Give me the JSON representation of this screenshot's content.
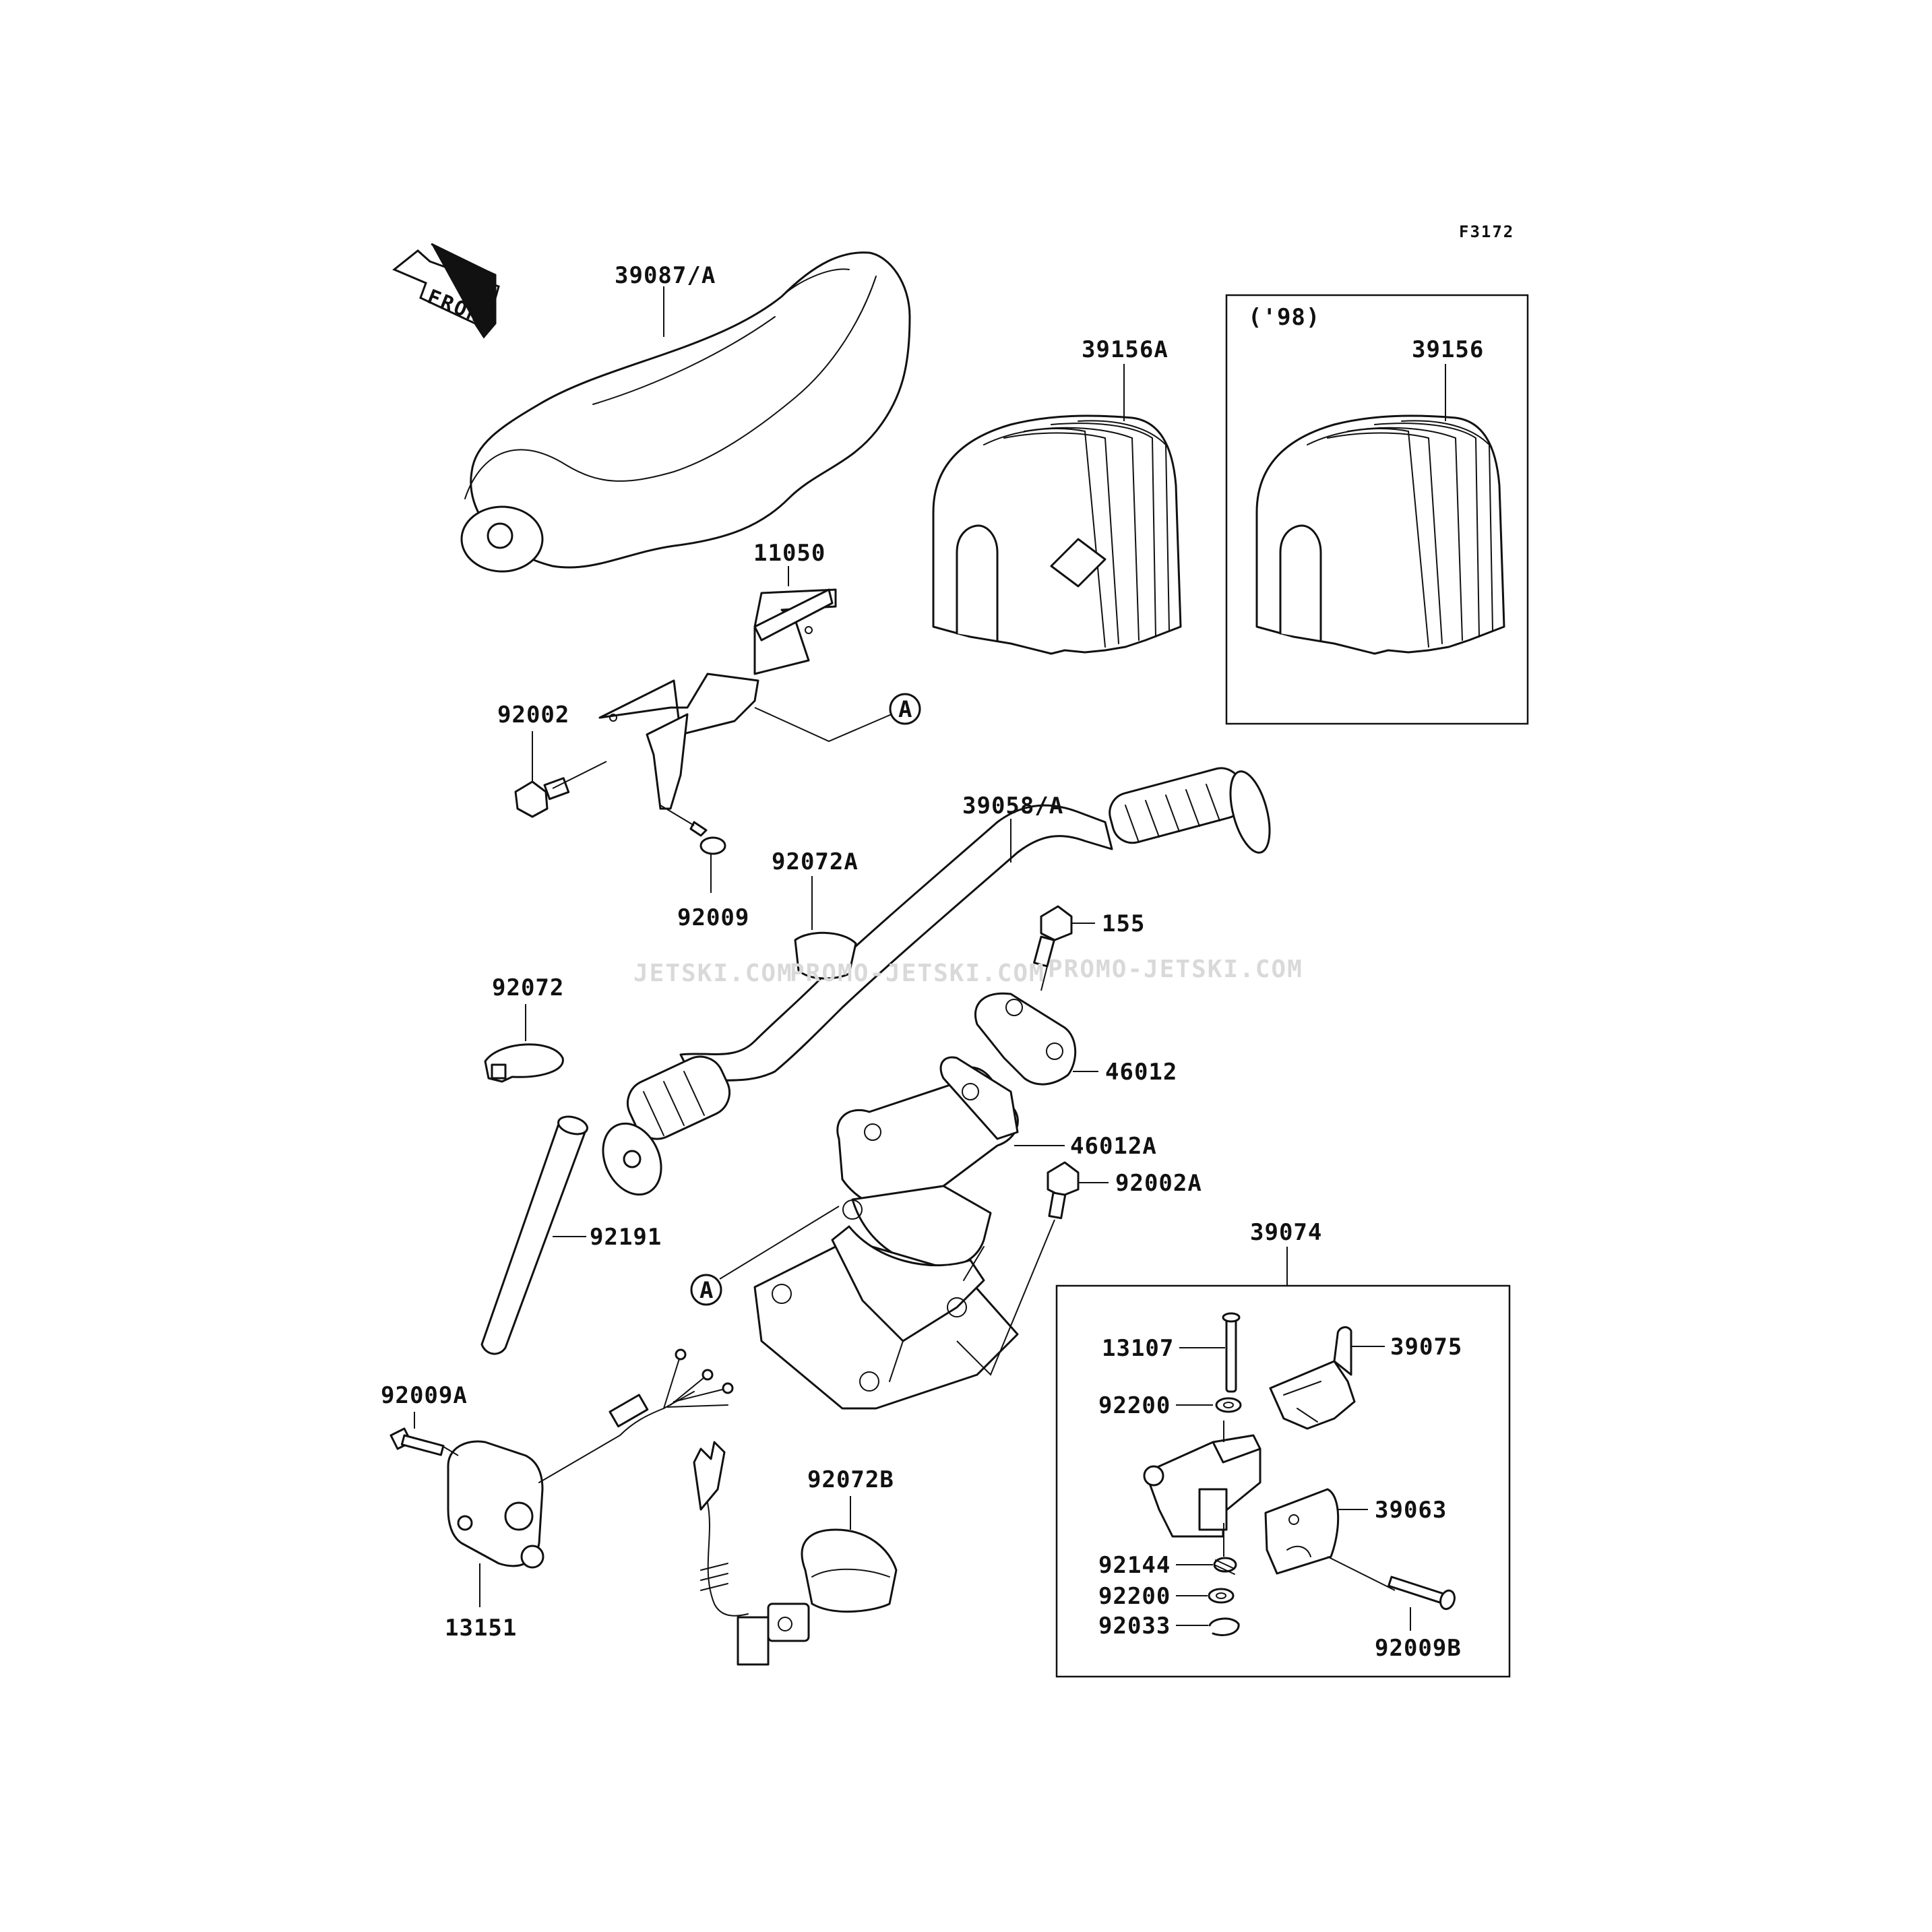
{
  "figure_code": "F3172",
  "front_marker": "FRONT",
  "callout_A": "A",
  "variant_box_label": "('98)",
  "watermarks": [
    "JETSKI.COM",
    "PROMO-JETSKI.COM",
    "PROMO-JETSKI.COM"
  ],
  "parts": {
    "p39087": "39087/A",
    "p39156A": "39156A",
    "p39156": "39156",
    "p11050": "11050",
    "p92002": "92002",
    "p92009": "92009",
    "p39058": "39058/A",
    "p92072A": "92072A",
    "p155": "155",
    "p92072": "92072",
    "p46012": "46012",
    "p46012A": "46012A",
    "p92002A": "92002A",
    "p92191": "92191",
    "p39074": "39074",
    "p13107": "13107",
    "p39075": "39075",
    "p92200a": "92200",
    "p39063": "39063",
    "p92144": "92144",
    "p92200b": "92200",
    "p92033": "92033",
    "p92009B": "92009B",
    "p92009A": "92009A",
    "p92072B": "92072B",
    "p13151": "13151"
  }
}
